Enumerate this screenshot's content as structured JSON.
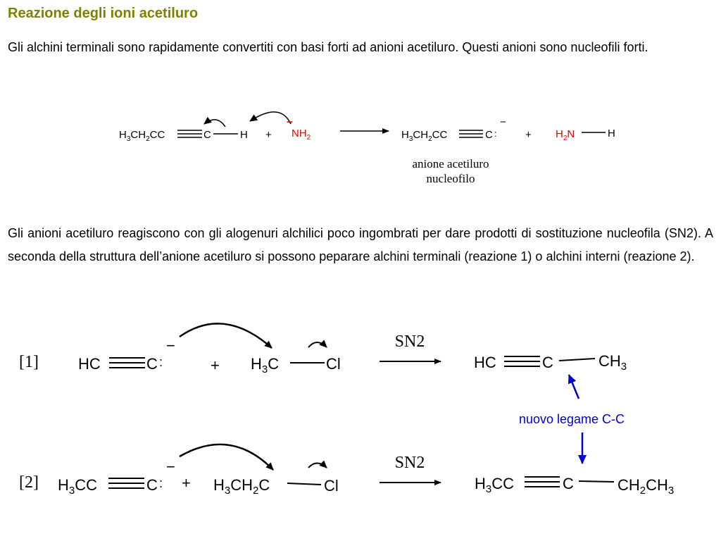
{
  "title": "Reazione degli ioni acetiluro",
  "paragraph_1": "Gli alchini terminali sono rapidamente convertiti con basi forti ad anioni acetiluro. Questi anioni sono nucleofili forti.",
  "paragraph_2": "Gli anioni acetiluro reagiscono con gli alogenuri alchilici poco ingombrati per dare prodotti di sostituzione nucleofila (SN2). A seconda della struttura dell’anione acetiluro si possono peparare alchini terminali (reazione 1) o alchini interni (reazione 2).",
  "colors": {
    "title": "#808000",
    "base": "#e00000",
    "annotation": "#0000cc"
  },
  "reaction_0": {
    "reactant": {
      "main": "H",
      "sub1": "3",
      "mid": "CH",
      "sub2": "2",
      "tail": "CC"
    },
    "carbon": "C",
    "hydrogen": "H",
    "plus": "+",
    "charge": "−",
    "base": {
      "main": "NH",
      "sub": "2"
    },
    "product": {
      "main": "H",
      "sub1": "3",
      "mid": "CH",
      "sub2": "2",
      "tail": "CC"
    },
    "product_carbon": "C",
    "lone_pair": ":",
    "plus2": "+",
    "amine": {
      "main": "H",
      "sub": "2",
      "tail": "N"
    },
    "amine_h": "H",
    "caption_line1": "anione acetiluro",
    "caption_line2": "nucleofilo"
  },
  "reaction_1": {
    "label": "[1]",
    "nucleophile_left": "HC",
    "nucleophile_c": "C",
    "lone_pair": ":",
    "charge": "−",
    "plus": "+",
    "halide": {
      "main": "H",
      "sub": "3",
      "tail": "C"
    },
    "leaving": "Cl",
    "arrow_label": "SN2",
    "product_left": "HC",
    "product_c": "C",
    "product_right": {
      "main": "CH",
      "sub": "3"
    }
  },
  "annotation": "nuovo legame C-C",
  "reaction_2": {
    "label": "[2]",
    "nucleophile_left": {
      "main": "H",
      "sub": "3",
      "tail": "CC"
    },
    "nucleophile_c": "C",
    "lone_pair": ":",
    "charge": "−",
    "plus": "+",
    "halide": {
      "main": "H",
      "sub1": "3",
      "mid": "CH",
      "sub2": "2",
      "tail": "C"
    },
    "leaving": "Cl",
    "arrow_label": "SN2",
    "product_left": {
      "main": "H",
      "sub": "3",
      "tail": "CC"
    },
    "product_c": "C",
    "product_right": {
      "main": "CH",
      "sub1": "2",
      "mid": "CH",
      "sub2": "3"
    }
  }
}
